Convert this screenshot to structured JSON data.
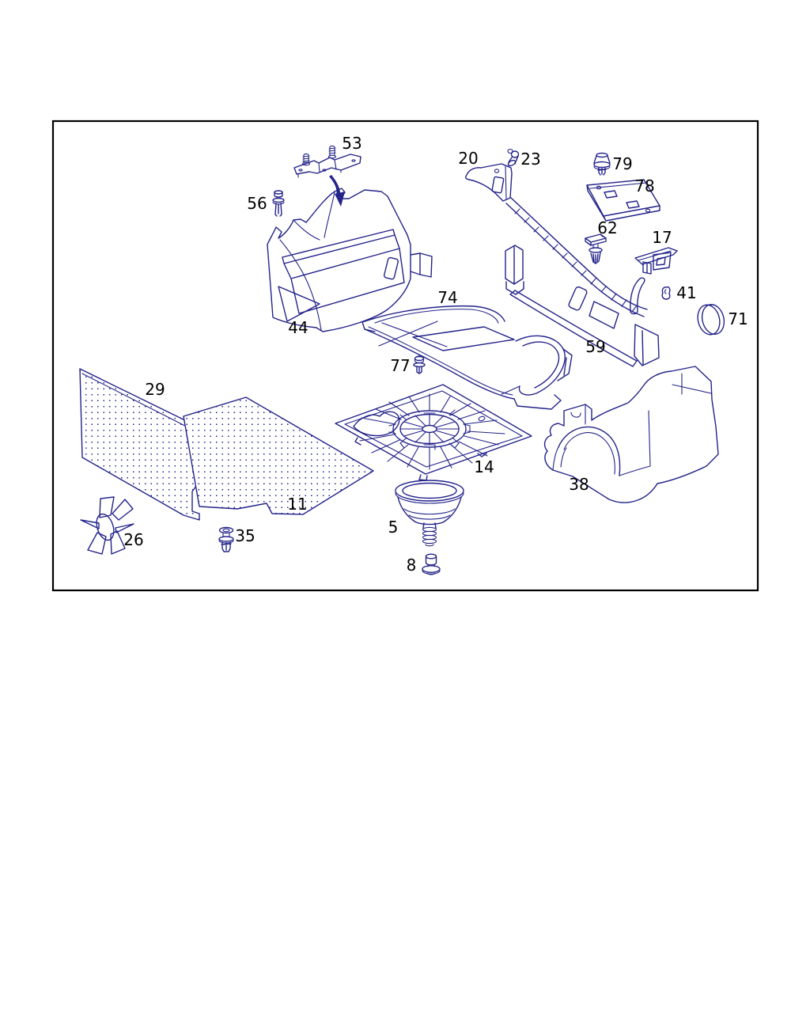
{
  "figure": {
    "kind": "exploded-parts-diagram",
    "background": "#ffffff"
  },
  "colors": {
    "line": "#23238a",
    "label": "#000000",
    "frame": "#000000"
  },
  "parts": {
    "p5": {
      "label": "5"
    },
    "p8": {
      "label": "8"
    },
    "p11": {
      "label": "11"
    },
    "p14": {
      "label": "14"
    },
    "p17": {
      "label": "17"
    },
    "p20": {
      "label": "20"
    },
    "p23": {
      "label": "23"
    },
    "p26": {
      "label": "26"
    },
    "p29": {
      "label": "29"
    },
    "p35": {
      "label": "35"
    },
    "p38": {
      "label": "38"
    },
    "p41": {
      "label": "41"
    },
    "p44": {
      "label": "44"
    },
    "p53": {
      "label": "53"
    },
    "p56": {
      "label": "56"
    },
    "p59": {
      "label": "59"
    },
    "p62": {
      "label": "62"
    },
    "p71": {
      "label": "71"
    },
    "p74": {
      "label": "74"
    },
    "p77": {
      "label": "77"
    },
    "p78": {
      "label": "78"
    },
    "p79": {
      "label": "79"
    }
  }
}
